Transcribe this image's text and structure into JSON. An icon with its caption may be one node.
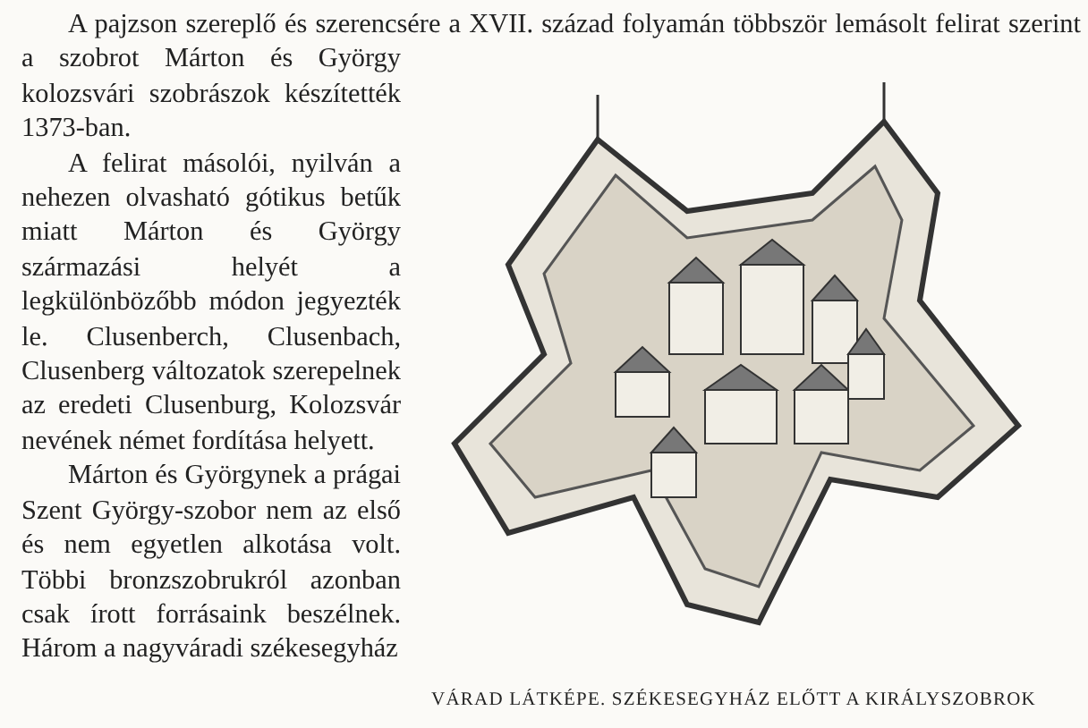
{
  "diagram": {
    "caption": "VÁRAD LÁTKÉPE. SZÉKESEGYHÁZ ELŐTT A KIRÁLYSZOBROK",
    "labels": [
      "A pajzson szereplő és szerencsére a XVII. század folyamán többször lemásolt felirat szerint a szobrot Márton és György kolozsvári szobrászok készítették 1373-ban.",
      "A felirat másolói, nyilván a nehezen olvasható gótikus betűk miatt Márton és György származási helyét a legkülönbözőbb módon jegyezték le. Clusenberch, Clusenbach, Clusenberg változatok szerepelnek az eredeti Clusenburg, Kolozsvár nevének német fordítása helyett.",
      "Márton és Györgynek a prágai Szent György-szobor nem az első és nem egyetlen alkotása volt. Többi bronzszobrukról azonban csak írott forrásaink beszélnek. Három a nagyváradi székesegyház"
    ]
  }
}
